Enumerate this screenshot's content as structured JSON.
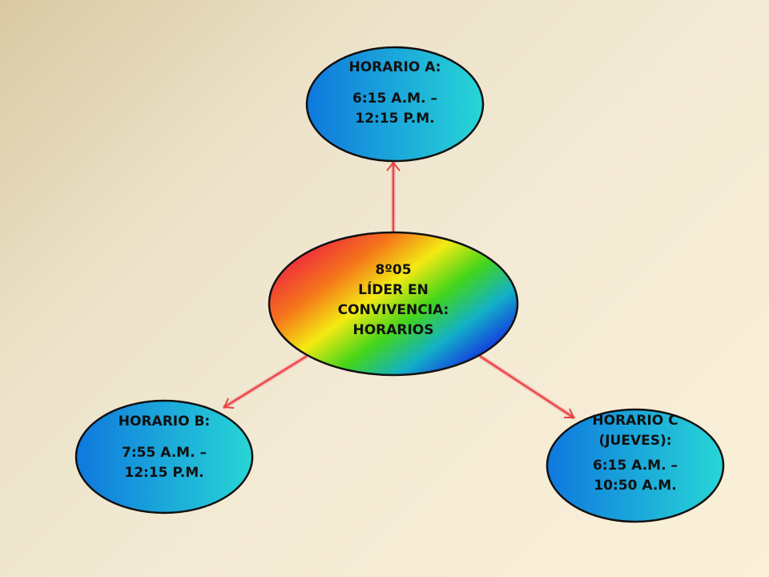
{
  "diagram": {
    "center": {
      "lines": [
        "8º05",
        "LÍDER EN",
        "CONVIVENCIA:",
        "HORARIOS"
      ]
    },
    "nodes": [
      {
        "id": "horario-a",
        "title": "HORARIO A:",
        "time_start": "6:15 A.M. –",
        "time_end": "12:15 P.M."
      },
      {
        "id": "horario-b",
        "title": "HORARIO B:",
        "time_start": "7:55 A.M. –",
        "time_end": "12:15 P.M."
      },
      {
        "id": "horario-c",
        "title_line1": "HORARIO C",
        "title_line2": "(JUEVES):",
        "time_start": "6:15 A.M. –",
        "time_end": "10:50 A.M."
      }
    ],
    "colors": {
      "arrow": "#e8413f",
      "outline": "#111111",
      "bubble_blue": "#0f7fe0",
      "bubble_cyan": "#27d3d8"
    }
  }
}
